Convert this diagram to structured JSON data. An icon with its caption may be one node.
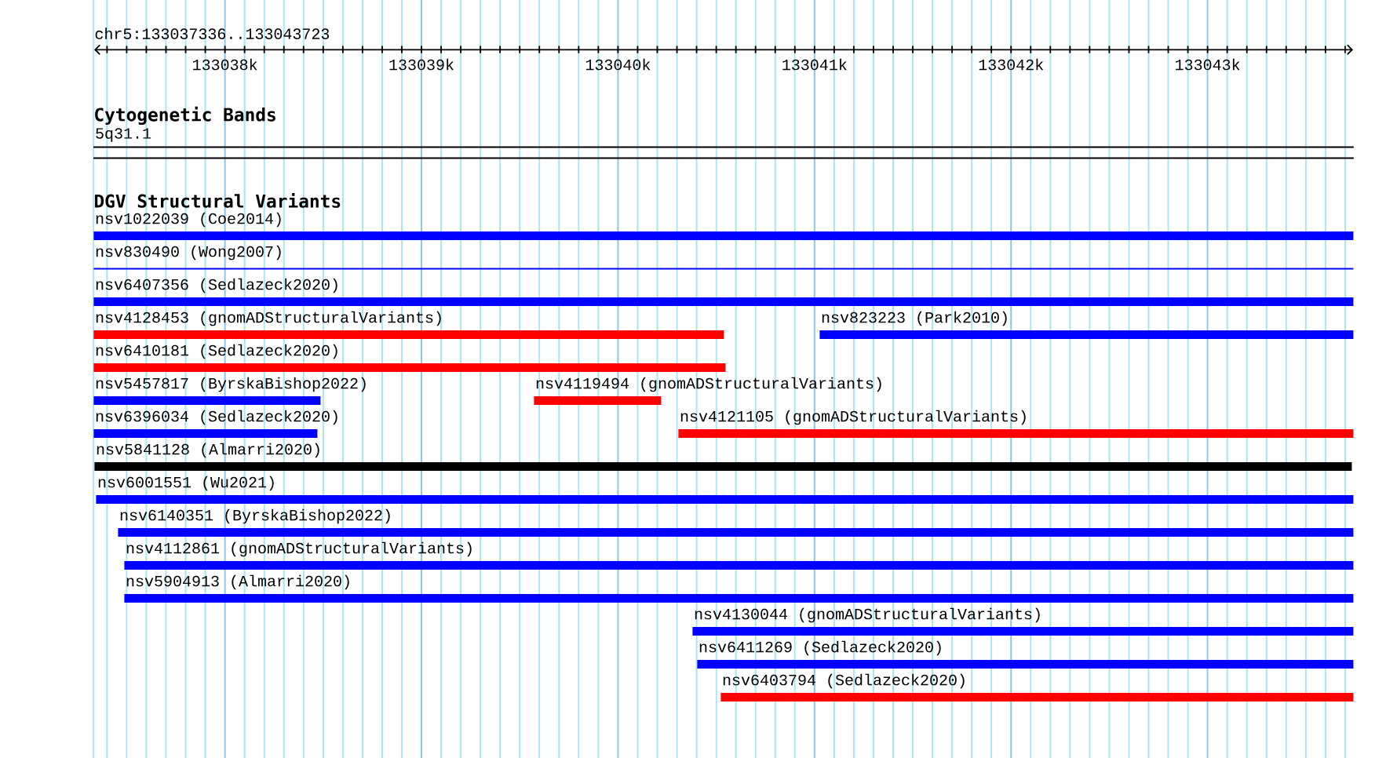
{
  "diagram": {
    "nodes": [
      {
        "text": [
          "5q31.1"
        ]
      },
      {
        "text": [
          "nsv1022039 (Coe2014)"
        ]
      },
      {
        "text": [
          "nsv830490 (Wong2007)"
        ]
      },
      {
        "text": [
          "nsv6407356 (Sedlazeck2020)"
        ]
      },
      {
        "text": [
          "nsv4128453 (gnomADStructuralVariants)"
        ]
      },
      {
        "text": [
          "nsv823223 (Park2010)"
        ]
      },
      {
        "text": [
          "nsv6410181 (Sedlazeck2020)"
        ]
      },
      {
        "text": [
          "nsv5457817 (ByrskaBishop2022)"
        ]
      },
      {
        "text": [
          "nsv4119494 (gnomADStructuralVariants)"
        ]
      },
      {
        "text": [
          "nsv6396034 (Sedlazeck2020)"
        ]
      },
      {
        "text": [
          "nsv4121105 (gnomADStructuralVariants)"
        ]
      },
      {
        "text": [
          "nsv5841128 (Almarri2020)"
        ]
      },
      {
        "text": [
          "nsv6001551 (Wu2021)"
        ]
      },
      {
        "text": [
          "nsv6140351 (ByrskaBishop2022)"
        ]
      },
      {
        "text": [
          "nsv4112861 (gnomADStructuralVariants)"
        ]
      },
      {
        "text": [
          "nsv5904913 (Almarri2020)"
        ]
      },
      {
        "text": [
          "nsv4130044 (gnomADStructuralVariants)"
        ]
      },
      {
        "text": [
          "nsv6411269 (Sedlazeck2020)"
        ]
      },
      {
        "text": [
          "nsv6403794 (Sedlazeck2020)"
        ]
      }
    ],
    "labels": [
      "chr5:133037336..133043723",
      "133038k",
      "133039k",
      "133040k",
      "133041k",
      "133042k",
      "133043k",
      "Cytogenetic Bands",
      "DGV Structural Variants"
    ]
  }
}
